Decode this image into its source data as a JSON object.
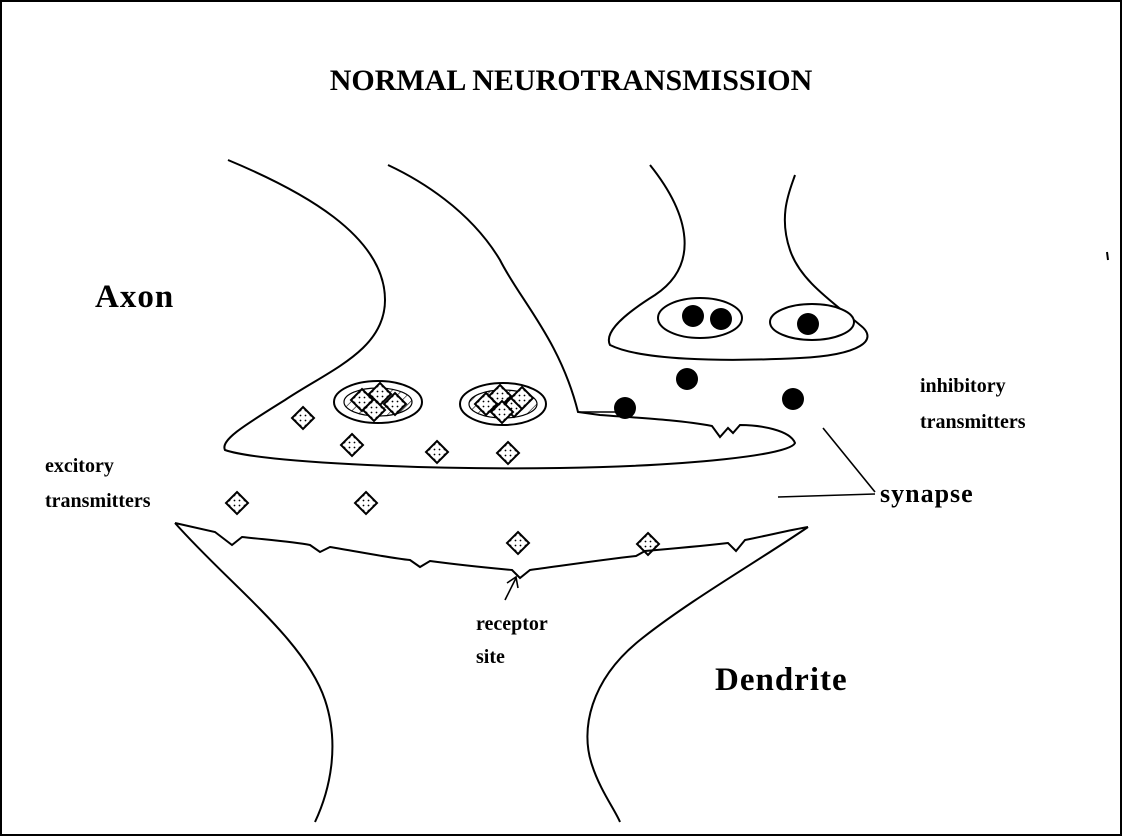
{
  "diagram": {
    "title": "NORMAL NEUROTRANSMISSION",
    "labels": {
      "axon": "Axon",
      "dendrite": "Dendrite",
      "synapse": "synapse",
      "inhibitory_line1": "inhibitory",
      "inhibitory_line2": "transmitters",
      "excitory_line1": "excitory",
      "excitory_line2": "transmitters",
      "receptor_line1": "receptor",
      "receptor_line2": "site"
    }
  }
}
